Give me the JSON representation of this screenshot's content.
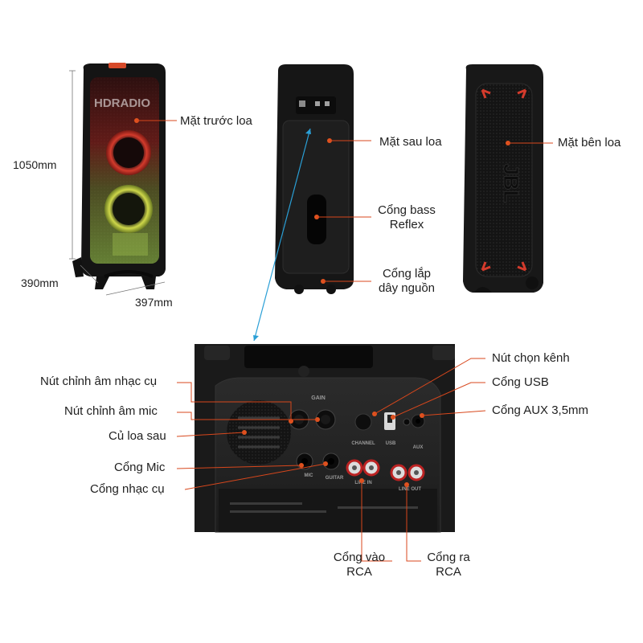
{
  "watermark": "HDRADIO",
  "dimensions": {
    "height": "1050mm",
    "depth": "390mm",
    "width": "397mm"
  },
  "speaker_views": {
    "front": "Mặt trước loa",
    "back": "Mặt sau loa",
    "side": "Mặt bên loa"
  },
  "back_features": {
    "bass_reflex_line1": "Cổng bass",
    "bass_reflex_line2": "Reflex",
    "power_line1": "Cổng lắp",
    "power_line2": "dây nguồn"
  },
  "panel_labels": {
    "instrument_knob": "Nút chỉnh âm nhạc cụ",
    "mic_knob": "Nút chỉnh âm mic",
    "rear_woofer": "Củ loa sau",
    "mic_port": "Cổng Mic",
    "instrument_port": "Cổng nhạc cụ",
    "channel_button": "Nút chọn kênh",
    "usb_port": "Cổng USB",
    "aux_port": "Cổng AUX 3,5mm",
    "rca_in_line1": "Cổng vào",
    "rca_in_line2": "RCA",
    "rca_out_line1": "Cổng ra",
    "rca_out_line2": "RCA"
  },
  "panel_printed": {
    "gain": "GAIN",
    "channel": "CHANNEL",
    "usb": "USB",
    "aux": "AUX",
    "mic": "MIC",
    "guitar": "GUITAR",
    "line_in": "LINE IN",
    "line_out": "LINE OUT",
    "brand_side": "JBL"
  },
  "colors": {
    "accent_line": "#d8471c",
    "dot": "#e0521f",
    "connector_arrow": "#2a9fd6",
    "speaker_body": "#1a1a1a"
  }
}
